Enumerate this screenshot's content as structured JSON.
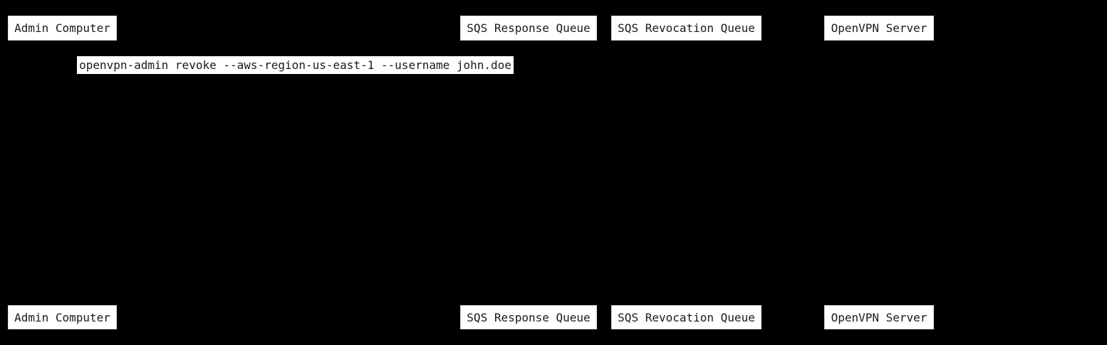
{
  "diagram": {
    "type": "sequence-diagram",
    "colors": {
      "background": "#000000",
      "box_fill": "#ffffff",
      "box_text": "#1a1a1a"
    },
    "actors": [
      {
        "label": "Admin Computer"
      },
      {
        "label": "SQS Response Queue"
      },
      {
        "label": "SQS Revocation Queue"
      },
      {
        "label": "OpenVPN Server"
      }
    ],
    "messages": [
      {
        "label": "openvpn-admin revoke --aws-region-us-east-1 --username john.doe"
      }
    ]
  }
}
